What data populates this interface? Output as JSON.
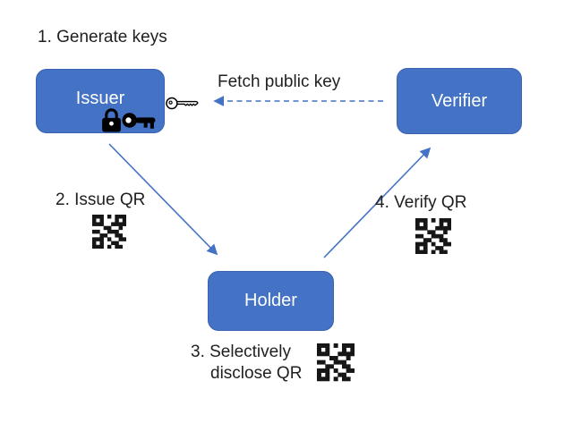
{
  "diagram": {
    "background": "#ffffff",
    "accent": "#4472C4",
    "node_text_color": "#ffffff",
    "text_color": "#1f1f1f",
    "steps": {
      "generate_keys": "1. Generate keys",
      "issue_qr": "2. Issue QR",
      "disclose_line1": "3. Selectively",
      "disclose_line2": "disclose QR",
      "verify_qr": "4. Verify QR"
    },
    "nodes": {
      "issuer": "Issuer",
      "verifier": "Verifier",
      "holder": "Holder"
    },
    "arrows": {
      "fetch_public_key": "Fetch public key"
    },
    "icons": {
      "lock": "lock-icon",
      "private_key": "key-icon",
      "public_key": "public-key-icon",
      "qr": "qr-code-icon"
    }
  }
}
